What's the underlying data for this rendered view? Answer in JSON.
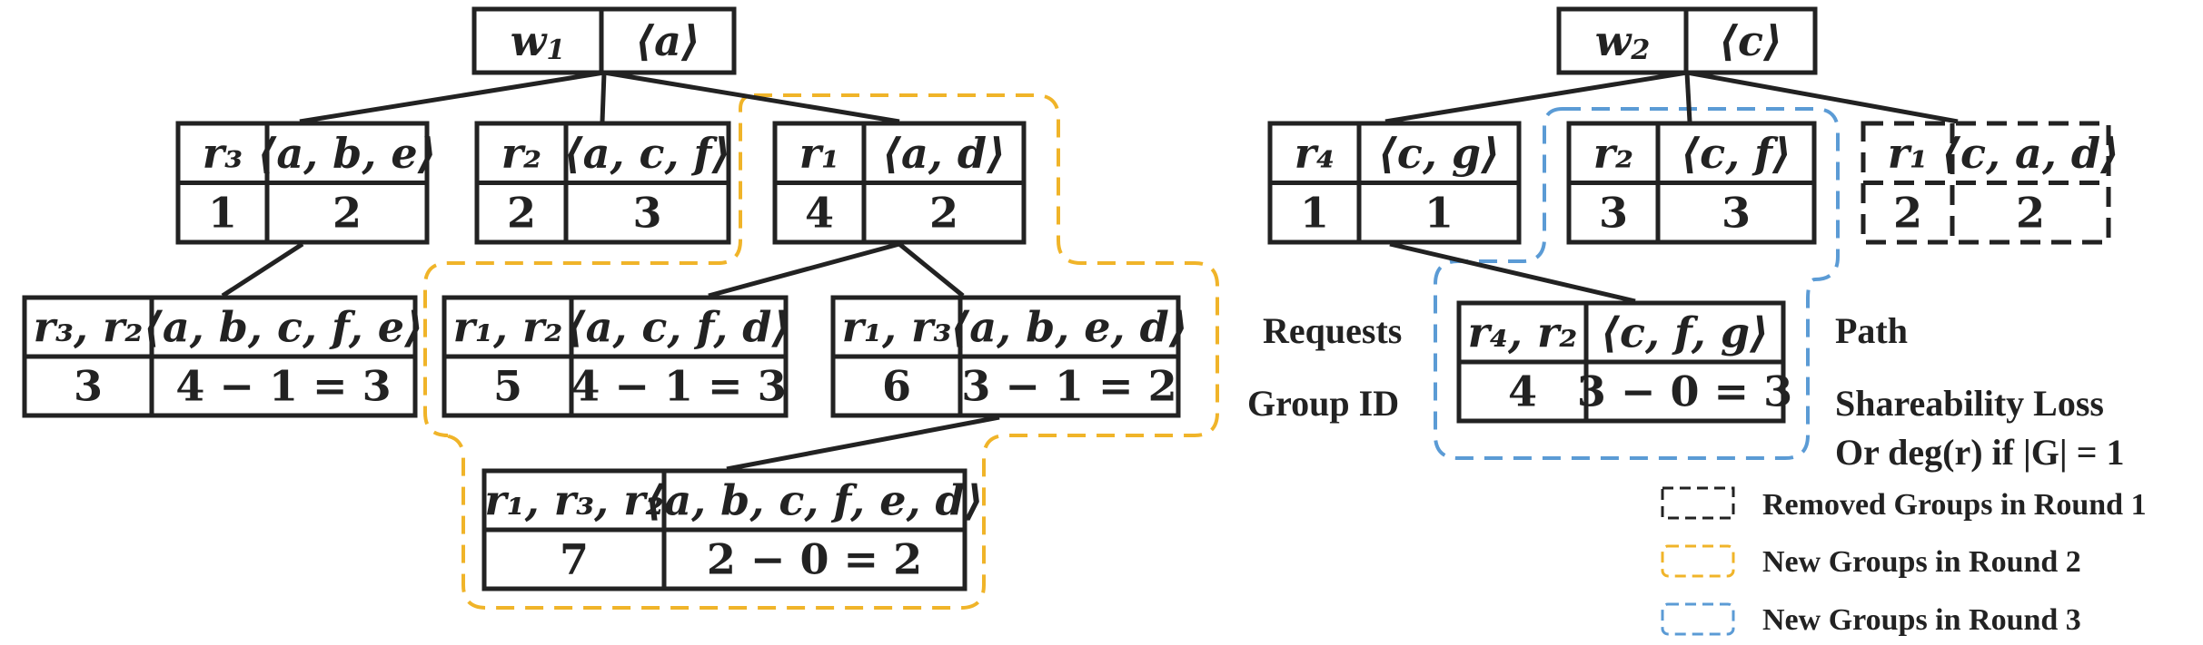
{
  "colors": {
    "line": "#222222",
    "round1": "#222222",
    "round2": "#F0B429",
    "round3": "#5B9BD5"
  },
  "trees": [
    {
      "root": {
        "id": "w1",
        "main": "w",
        "sub": "1",
        "path": "⟨a⟩"
      },
      "nodes": [
        {
          "id": "n-r3",
          "requests": "r₃",
          "path": "⟨a, b, e⟩",
          "group_id": "1",
          "loss": "2"
        },
        {
          "id": "n-r2",
          "requests": "r₂",
          "path": "⟨a, c, f⟩",
          "group_id": "2",
          "loss": "3"
        },
        {
          "id": "n-r1",
          "requests": "r₁",
          "path": "⟨a, d⟩",
          "group_id": "4",
          "loss": "2"
        },
        {
          "id": "n-r3r2",
          "requests": "r₃, r₂",
          "path": "⟨a, b, c, f, e⟩",
          "group_id": "3",
          "loss": "4 − 1 = 3"
        },
        {
          "id": "n-r1r2",
          "requests": "r₁, r₂",
          "path": "⟨a, c, f, d⟩",
          "group_id": "5",
          "loss": "4 − 1 = 3"
        },
        {
          "id": "n-r1r3",
          "requests": "r₁, r₃",
          "path": "⟨a, b, e, d⟩",
          "group_id": "6",
          "loss": "3 − 1 = 2"
        },
        {
          "id": "n-r1r3r2",
          "requests": "r₁, r₃, r₂",
          "path": "⟨a, b, c, f, e, d⟩",
          "group_id": "7",
          "loss": "2 − 0 = 2"
        }
      ]
    },
    {
      "root": {
        "id": "w2",
        "main": "w",
        "sub": "2",
        "path": "⟨c⟩"
      },
      "nodes": [
        {
          "id": "n-r4",
          "requests": "r₄",
          "path": "⟨c, g⟩",
          "group_id": "1",
          "loss": "1"
        },
        {
          "id": "n-r2b",
          "requests": "r₂",
          "path": "⟨c, f⟩",
          "group_id": "3",
          "loss": "3"
        },
        {
          "id": "n-r1b",
          "requests": "r₁",
          "path": "⟨c, a, d⟩",
          "group_id": "2",
          "loss": "2"
        },
        {
          "id": "n-r4r2",
          "requests": "r₄, r₂",
          "path": "⟨c, f, g⟩",
          "group_id": "4",
          "loss": "3 − 0 = 3"
        }
      ]
    }
  ],
  "field_labels": {
    "requests": "Requests",
    "path": "Path",
    "group_id": "Group ID",
    "loss_line1": "Shareability Loss",
    "loss_line2": "Or deg(r) if |G| = 1"
  },
  "legend": [
    {
      "label": "Removed Groups in Round 1",
      "color": "#222222"
    },
    {
      "label": "New Groups in Round 2",
      "color": "#F0B429"
    },
    {
      "label": "New Groups in Round 3",
      "color": "#5B9BD5"
    }
  ]
}
